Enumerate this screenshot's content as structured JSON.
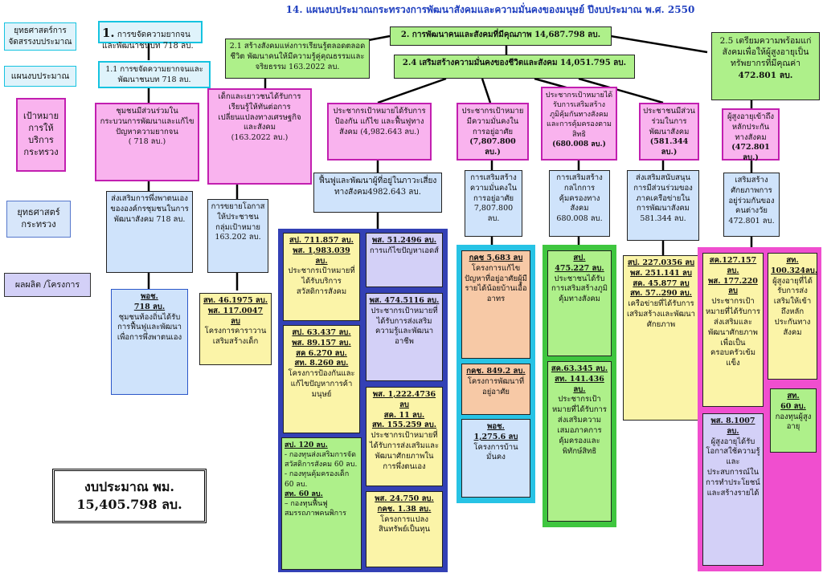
{
  "title": "14. แผนงบประมาณกระทรวงการพัฒนาสังคมและความมั่นคงของมนุษย์ ปีงบประมาณ พ.ศ. 2550",
  "left_labels": {
    "strategy_alloc": "ยุทธศาสตร์การจัดสรรงบประมาณ",
    "budget_plan": "แผนงบประมาณ",
    "ministry_target": "เป้าหมายการให้บริการกระทรวง",
    "ministry_strategy": "ยุทธศาสตร์กระทรวง",
    "output_project": "ผลผลิต /โครงการ"
  },
  "col1": {
    "strategy_num": "1.",
    "strategy": "การขจัดความยากจนและพัฒนาชนบท 718 ลบ.",
    "plan": "1.1 การขจัดความยากจนและพัฒนาชนบท 718 ลบ.",
    "target": "ชุมชนมีส่วนร่วมในกระบวนการพัฒนาและแก้ไขปัญหาความยากจน",
    "target_amt": "( 718 ลบ.)",
    "mstrategy": "ส่งเสริมการพึ่งพาตนเองขององค์กรชุมชนในการพัฒนาสังคม 718 ลบ.",
    "out_agency": "พอช.",
    "out_amt": "718 ลบ.",
    "out_text": "ชุมชนท้องถิ่นได้รับการฟื้นฟูและพัฒนาเพื่อการพึ่งพาตนเอง"
  },
  "strategy2": "2. การพัฒนาคนและสังคมที่มีคุณภาพ 14,687.798 ลบ.",
  "plan21": "2.1 สร้างสังคมแห่งการเรียนรู้ตลอดตลอดชีวิต พัฒนาคนให้มีความรู้คู่คุณธรรมและจริยธรรม 163.2022 ลบ.",
  "plan24": "2.4 เสริมสร้างความมั่นคงของชีวิตและสังคม 14,051.795 ลบ.",
  "plan25": "2.5 เตรียมความพร้อมแก่สังคมเพื่อให้ผู้สูงอายุเป็นทรัพยากรที่มีคุณค่า",
  "plan25_amt": "472.801 ลบ.",
  "col2": {
    "target": "เด็กและเยาวชนได้รับการเรียนรู้ให้ทันต่อการเปลี่ยนแปลงทางเศรษฐกิจและสังคม",
    "target_amt": "(163.2022 ลบ.)",
    "mstrategy": "การขยายโอกาสให้ประชาชนกลุ่มเป้าหมาย",
    "mstrategy_amt": "163.202 ลบ.",
    "out_l1": "สท. 46.1975 ลบ.",
    "out_l2": "พส. 117.0047 ลบ",
    "out_text": "โครงการคาราวานเสริมสร้างเด็ก"
  },
  "col3": {
    "target": "ประชากรเป้าหมายได้รับการป้องกัน แก้ไข และฟื้นฟูทางสังคม (4,982.643 ลบ.)",
    "mstrategy": "ฟื้นฟูและพัฒนาผู้ที่อยู่ในภาวะเสี่ยงทางสังคม4982.643 ลบ.",
    "a_l1": "สป. 711.857 ลบ.",
    "a_l2": "พส. 1,983.039 ลบ.",
    "a_text": "ประชากรเป้าหมายที่ได้รับบริการสวัสดิการสังคม",
    "b_l1": "สป. 63.437 ลบ.",
    "b_l2": "พส. 89.157 ลบ.",
    "b_l3": "สค 6.270 ลบ.",
    "b_l4": "สท. 8.260 ลบ.",
    "b_text": "โครงการป้องกันและแก้ไขปัญหาการค้ามนุษย์",
    "c_l1": "สป. 120 ลบ.",
    "c_t1": "- กองทุนส่งเสริมการจัดสวัสดิการสังคม 60 ลบ.",
    "c_t2": "- กองทุนคุ้มครองเด็ก 60 ลบ.",
    "c_l2": "สท. 60 ลบ.",
    "c_t3": "– กองทุนฟื้นฟูสมรรถภาพคนพิการ",
    "d_l1": "พส. 51.2496 ลบ.",
    "d_text": "การแก้ไขปัญหาเอดส์",
    "e_l1": "พส. 474.5116 ลบ.",
    "e_text": "ประชากรเป้าหมายที่ได้รับการส่งเสริมความรู้และพัฒนาอาชีพ",
    "f_l1": "พส. 1,222.4736 ลบ",
    "f_l2": "สค. 11 ลบ.",
    "f_l3": "สท. 155.259 ลบ.",
    "f_text": "ประชากรเป้าหมายที่ได้รับการส่งเสริมและพัฒนาศักยภาพในการพึ่งตนเอง",
    "g_l1": "พส. 24.750 ลบ.",
    "g_l2": "กคช. 1.38 ลบ.",
    "g_text": "โครงการแปลงสินทรัพย์เป็นทุน"
  },
  "col4": {
    "target": "ประชากรเป้าหมายมีความมั่นคงในการอยู่อาศัย",
    "target_amt": "(7,807.800 ลบ.)",
    "mstrategy": "การเสริมสร้างความมั่นคงในการอยู่อาศัย",
    "mstrategy_amt": "7,807.800 ลบ.",
    "a_l1": "กคช 5,683 ลบ",
    "a_text": "โครงการแก้ไขปัญหาที่อยู่อาศัยผู้มีรายได้น้อยบ้านเอื้ออาทร",
    "b_l1": "กคช. 849.2 ลบ.",
    "b_text": "โครงการพัฒนาที่อยู่อาศัย",
    "c_l1": "พอช.",
    "c_l2": "1,275.6 ลบ",
    "c_text": "โครงการบ้านมั่นคง"
  },
  "col5": {
    "target": "ประชากรเป้าหมายได้รับการเสริมสร้างภูมิคุ้มกันทางสังคมและการคุ้มครองตามสิทธิ",
    "target_amt": "(680.008 ลบ.)",
    "mstrategy": "การเสริมสร้างกลไกการคุ้มครองทางสังคม",
    "mstrategy_amt": "680.008 ลบ.",
    "a_l1": "สป.",
    "a_l2": "475.227 ลบ.",
    "a_text": "ประชาชนได้รับการเสริมสร้างภูมิคุ้มทางสังคม",
    "b_l1": "สค.63.345 ลบ.",
    "b_l2": "สท. 141.436 ลบ.",
    "b_text": "ประชากรเป้าหมายที่ได้รับการส่งเสริมความเสมอภาคการคุ้มครองและพิทักษ์สิทธิ"
  },
  "col6": {
    "target": "ประชาชนมีส่วนร่วมในการพัฒนาสังคม",
    "target_amt": "(581.344 ลบ.)",
    "mstrategy": "ส่งเสริมสนับสนุนการมีส่วนร่วมของภาคเครือข่ายในการพัฒนาสังคม",
    "mstrategy_amt": "581.344 ลบ.",
    "l1": "สป. 227.0356 ลบ",
    "l2": "พส. 251.141 ลบ",
    "l3": "สค. 45.877 ลบ",
    "l4": "สท. 57..290 ลบ.",
    "text": "เครือข่ายที่ได้รับการเสริมสร้างและพัฒนาศักยภาพ"
  },
  "col7": {
    "target": "ผู้สูงอายุเข้าถึงหลักประกันทางสังคม",
    "target_amt": "(472.801 ลบ.)",
    "mstrategy": "เสริมสร้างศักยภาพการอยู่ร่วมกันของคนต่างวัย",
    "mstrategy_amt": "472.801 ลบ.",
    "a_l1": "สค.127.157 ลบ.",
    "a_l2": "พส. 177.220 ลบ",
    "a_text": "ประชากรเป้าหมายที่ได้รับการส่งเสริมและพัฒนาศักยภาพเพื่อเป็นครอบครัวเข้มแข็ง",
    "b_l1": "สท.",
    "b_l2": "100.324ลบ.",
    "b_text": "ผู้สูงอายุที่ได้รับการส่งเสริมให้เข้าถึงหลักประกันทางสังคม",
    "c_l1": "พส. 8.1007 ลบ.",
    "c_text": "ผู้สูงอายุได้รับโอกาสใช้ความรู้และประสบการณ์ในการทำประโยชน์และสร้างรายได้",
    "d_l1": "สท.",
    "d_l2": "60 ลบ.",
    "d_text": "กองทุนผู้สูงอายุ"
  },
  "total_l1": "งบประมาณ พม.",
  "total_l2": "15,405.798 ลบ."
}
